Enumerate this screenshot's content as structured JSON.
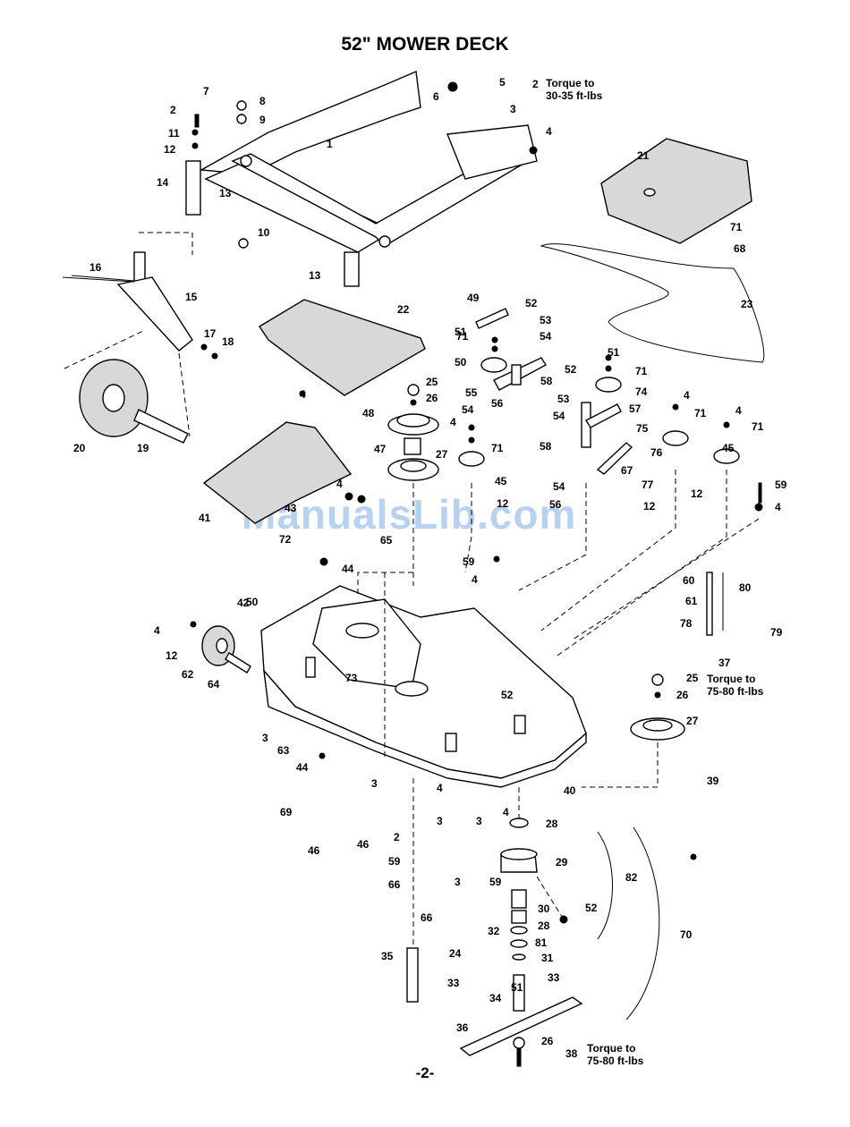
{
  "title": "52\" MOWER DECK",
  "page_number": "-2-",
  "watermark": "ManualsLib.com",
  "notes": {
    "torque_top": [
      "Torque to",
      "30-35 ft-lbs"
    ],
    "torque_mid": [
      "Torque to",
      "75-80 ft-lbs"
    ],
    "torque_bottom": [
      "Torque to",
      "75-80 ft-lbs"
    ]
  },
  "callouts": [
    "1",
    "2",
    "3",
    "4",
    "5",
    "6",
    "7",
    "8",
    "9",
    "10",
    "11",
    "12",
    "13",
    "14",
    "15",
    "16",
    "17",
    "18",
    "19",
    "20",
    "21",
    "22",
    "23",
    "24",
    "25",
    "26",
    "27",
    "28",
    "29",
    "30",
    "31",
    "32",
    "33",
    "34",
    "35",
    "36",
    "37",
    "38",
    "39",
    "40",
    "41",
    "42",
    "43",
    "44",
    "45",
    "46",
    "47",
    "48",
    "49",
    "50",
    "51",
    "52",
    "53",
    "54",
    "55",
    "56",
    "57",
    "58",
    "59",
    "60",
    "61",
    "62",
    "63",
    "64",
    "65",
    "66",
    "67",
    "68",
    "69",
    "70",
    "71",
    "72",
    "73",
    "74",
    "75",
    "76",
    "77",
    "78",
    "79",
    "80",
    "81",
    "82"
  ]
}
